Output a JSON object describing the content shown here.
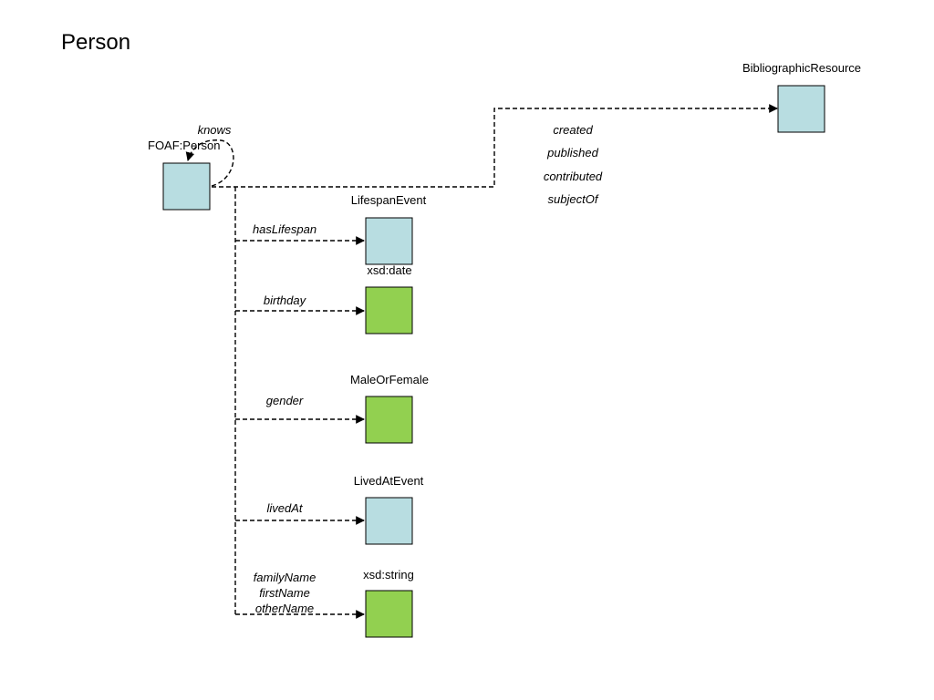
{
  "title": "Person",
  "colors": {
    "class_fill": "#b8dde1",
    "datatype_fill": "#92d050",
    "stroke": "#000000"
  },
  "nodes": {
    "person": {
      "label": "FOAF:Person",
      "kind": "class"
    },
    "bibliographic": {
      "label": "BibliographicResource",
      "kind": "class"
    },
    "lifespan": {
      "label": "LifespanEvent",
      "kind": "class"
    },
    "date": {
      "label": "xsd:date",
      "kind": "datatype"
    },
    "gender_type": {
      "label": "MaleOrFemale",
      "kind": "datatype"
    },
    "lived": {
      "label": "LivedAtEvent",
      "kind": "class"
    },
    "string": {
      "label": "xsd:string",
      "kind": "datatype"
    }
  },
  "edges": {
    "knows": [
      "knows"
    ],
    "bibliographic": [
      "created",
      "published",
      "contributed",
      "subjectOf"
    ],
    "lifespan": [
      "hasLifespan"
    ],
    "date": [
      "birthday"
    ],
    "gender": [
      "gender"
    ],
    "lived": [
      "livedAt"
    ],
    "names": [
      "familyName",
      "firstName",
      "otherName"
    ]
  }
}
